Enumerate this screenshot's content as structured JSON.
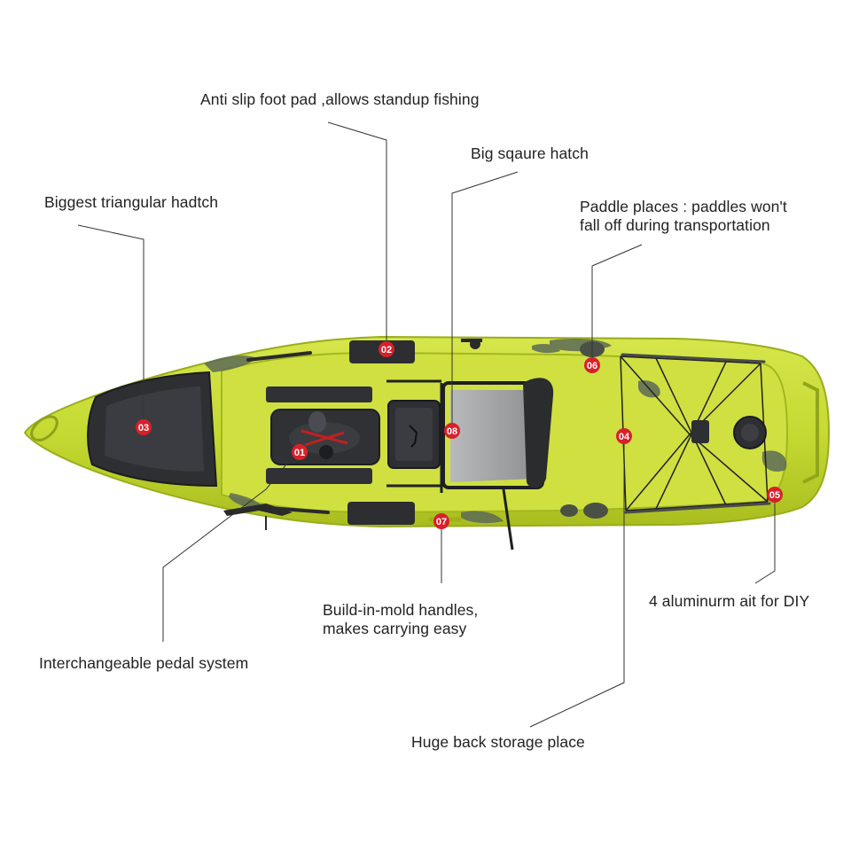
{
  "colors": {
    "hull": "#c9dc3a",
    "hull_dark": "#a9bd22",
    "camo": "#5d6a57",
    "deck_pad": "#2f3135",
    "badge": "#d8202a",
    "leader": "#333333"
  },
  "callouts": {
    "c01": {
      "number": "01",
      "lines": [
        "Interchangeable pedal system"
      ]
    },
    "c02": {
      "number": "02",
      "lines": [
        "Anti slip foot pad ,allows standup fishing"
      ]
    },
    "c03": {
      "number": "03",
      "lines": [
        "Biggest triangular hadtch"
      ]
    },
    "c04": {
      "number": "04",
      "lines": [
        "Huge back storage place"
      ]
    },
    "c05": {
      "number": "05",
      "lines": [
        "4 aluminurm ait for DIY"
      ]
    },
    "c06": {
      "number": "06",
      "lines": [
        "Paddle places : paddles won't",
        "fall off during transportation"
      ]
    },
    "c07": {
      "number": "07",
      "lines": [
        "Build-in-mold handles,",
        "makes carrying easy"
      ]
    },
    "c08": {
      "number": "08",
      "lines": [
        "Big sqaure hatch"
      ]
    }
  }
}
